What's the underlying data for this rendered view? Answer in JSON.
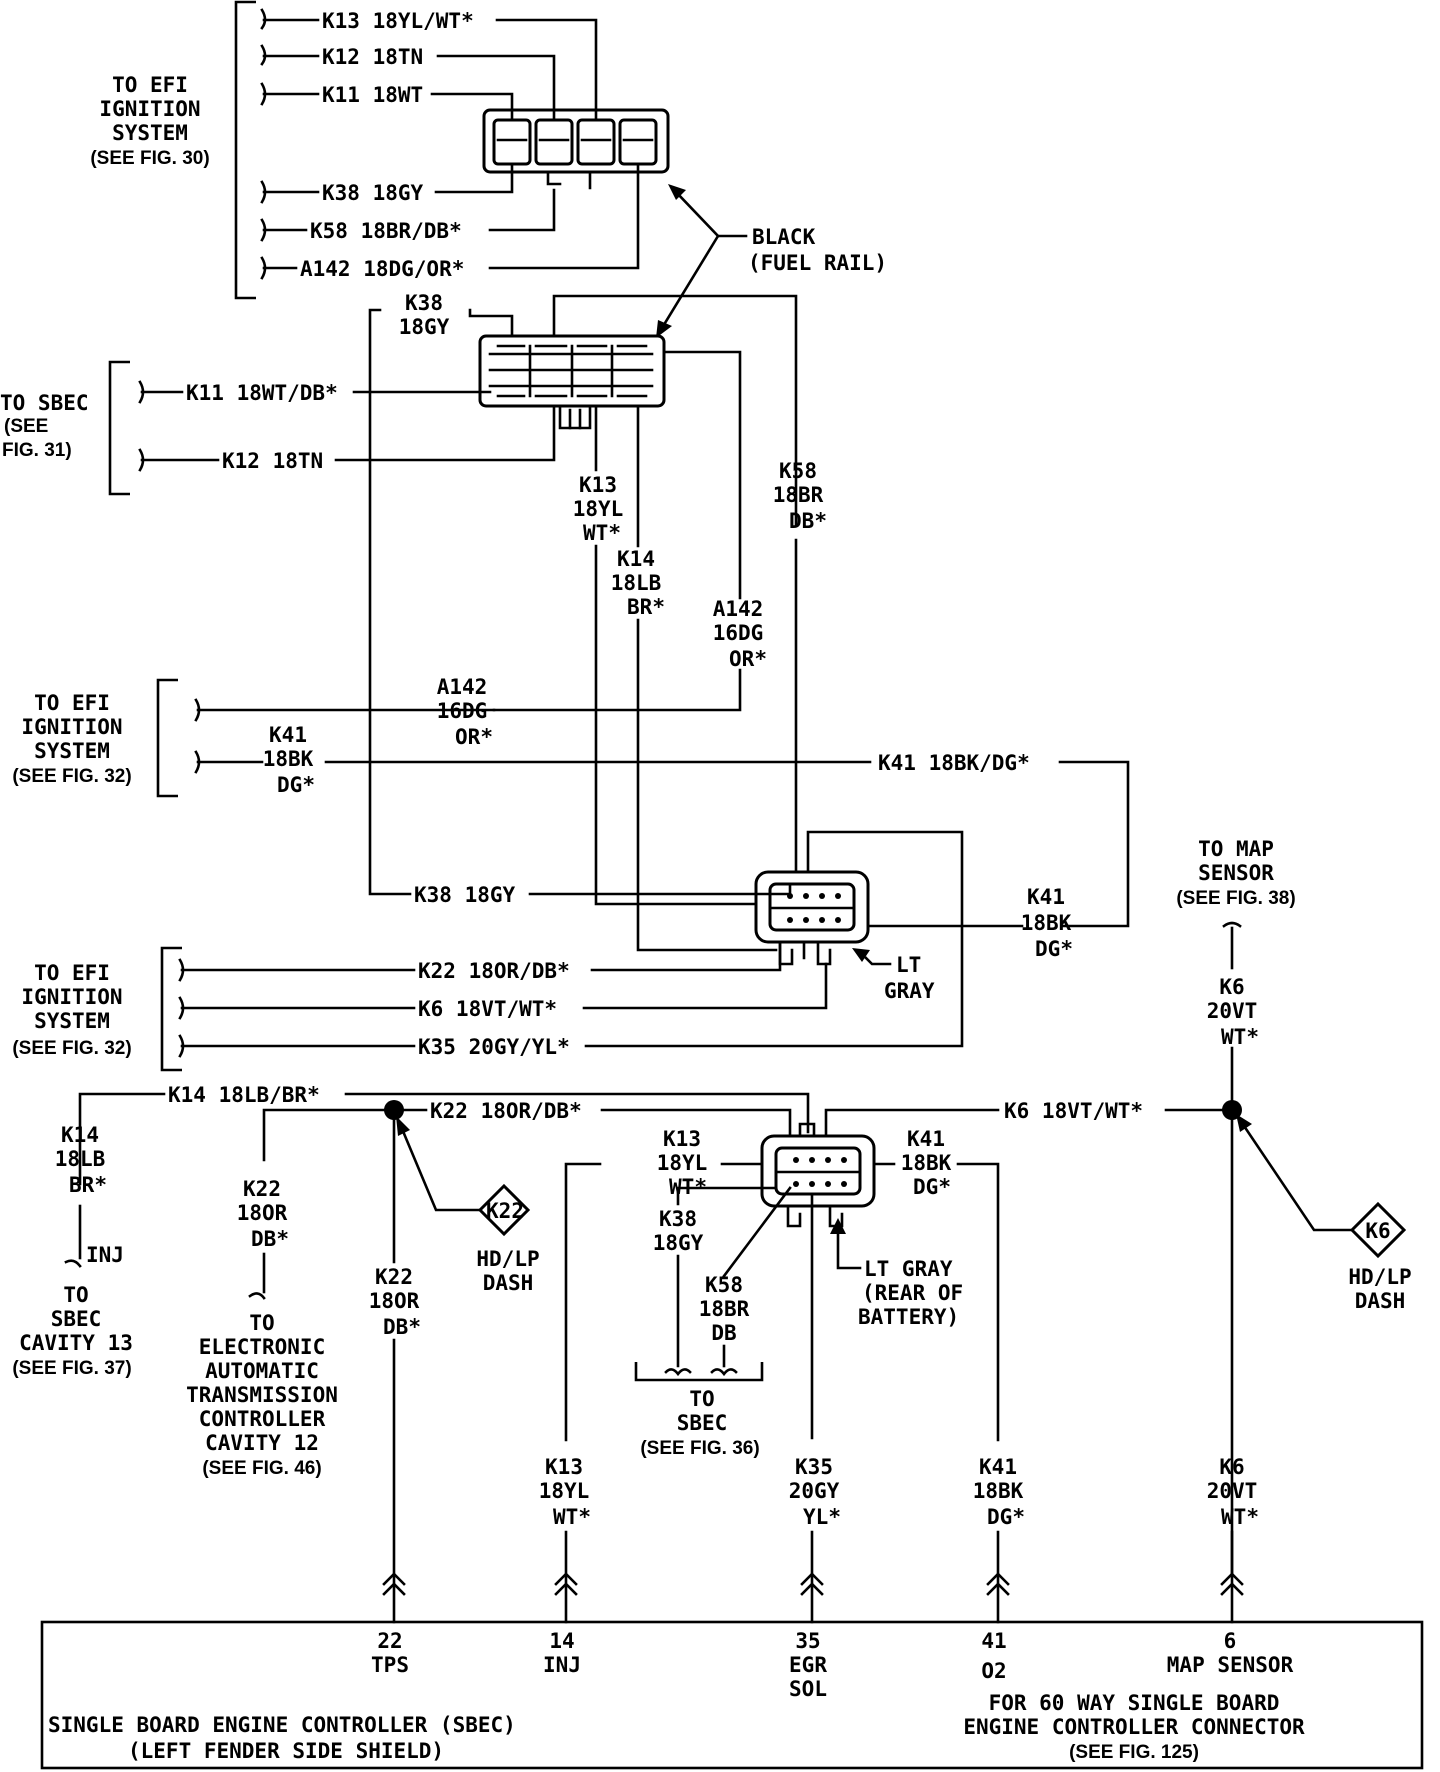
{
  "colors": {
    "ink": "#000000",
    "paper": "#ffffff"
  },
  "wires": {
    "top_k13": "K13 18YL/WT*",
    "top_k12": "K12 18TN",
    "top_k11": "K11 18WT",
    "top_k38": "K38 18GY",
    "top_k58": "K58 18BR/DB*",
    "top_a142": "A142 18DG/OR*",
    "fuel_k38": [
      "K38",
      "18GY"
    ],
    "sbec_k11": "K11 18WT/DB*",
    "sbec_k12": "K12 18TN",
    "mid_k13": [
      "K13",
      "18YL",
      "WT*"
    ],
    "mid_k14": [
      "K14",
      "18LB",
      "BR*"
    ],
    "mid_a142": [
      "A142",
      "16DG",
      "OR*"
    ],
    "mid_k58": [
      "K58",
      "18BR",
      "DB*"
    ],
    "efi32_a142": [
      "A142",
      "16DG",
      "OR*"
    ],
    "efi32_k41": [
      "K41",
      "18BK",
      "DG*"
    ],
    "efi32_k41_long": "K41 18BK/DG*",
    "ltg_k38": "K38 18GY",
    "ltg_k41": [
      "K41",
      "18BK",
      "DG*"
    ],
    "efi_k22": "K22 18OR/DB*",
    "efi_k6": "K6 18VT/WT*",
    "efi_k35": "K35 20GY/YL*",
    "bot_k14": "K14 18LB/BR*",
    "bot_k22": "K22 18OR/DB*",
    "bot_k6": "K6 18VT/WT*",
    "k14_left": [
      "K14",
      "18LB",
      "BR*"
    ],
    "inj": "INJ",
    "k22_left": [
      "K22",
      "18OR",
      "DB*"
    ],
    "k22_drop": [
      "K22",
      "18OR",
      "DB*"
    ],
    "bat_k13": [
      "K13",
      "18YL",
      "WT*"
    ],
    "bat_k41": [
      "K41",
      "18BK",
      "DG*"
    ],
    "bat_k38": [
      "K38",
      "18GY"
    ],
    "bat_k58": [
      "K58",
      "18BR",
      "DB"
    ],
    "map_k6": [
      "K6",
      "20VT",
      "WT*"
    ],
    "low_k13": [
      "K13",
      "18YL",
      "WT*"
    ],
    "low_k35": [
      "K35",
      "20GY",
      "YL*"
    ],
    "low_k41": [
      "K41",
      "18BK",
      "DG*"
    ],
    "low_k6": [
      "K6",
      "20VT",
      "WT*"
    ]
  },
  "refs": {
    "efi30": [
      "TO EFI",
      "IGNITION",
      "SYSTEM"
    ],
    "efi30_fig": "(SEE FIG. 30)",
    "sbec31": [
      "TO SBEC",
      "(SEE",
      "FIG. 31)"
    ],
    "efi32a": [
      "TO EFI",
      "IGNITION",
      "SYSTEM"
    ],
    "efi32a_fig": "(SEE FIG. 32)",
    "efi32b": [
      "TO EFI",
      "IGNITION",
      "SYSTEM"
    ],
    "efi32b_fig": "(SEE FIG. 32)",
    "map38": [
      "TO MAP",
      "SENSOR"
    ],
    "map38_fig": "(SEE FIG. 38)",
    "sbec37": [
      "TO",
      "SBEC",
      "CAVITY 13"
    ],
    "sbec37_fig": "(SEE FIG. 37)",
    "eatc46": [
      "TO",
      "ELECTRONIC",
      "AUTOMATIC",
      "TRANSMISSION",
      "CONTROLLER",
      "CAVITY 12"
    ],
    "eatc46_fig": "(SEE FIG. 46)",
    "sbec36": [
      "TO",
      "SBEC"
    ],
    "sbec36_fig": "(SEE FIG. 36)"
  },
  "connectors": {
    "black": [
      "BLACK",
      "(FUEL RAIL)"
    ],
    "ltgray": [
      "LT",
      "GRAY"
    ],
    "ltgray_bat": [
      "LT GRAY",
      "(REAR OF",
      "BATTERY)"
    ]
  },
  "splices": {
    "k22_id": "K22",
    "k22_loc": [
      "HD/LP",
      "DASH"
    ],
    "k6_id": "K6",
    "k6_loc": [
      "HD/LP",
      "DASH"
    ]
  },
  "sbec": {
    "pins": [
      {
        "num": "22",
        "func": "TPS"
      },
      {
        "num": "14",
        "func": "INJ"
      },
      {
        "num": "35",
        "func": "EGR",
        "func2": "SOL"
      },
      {
        "num": "41",
        "func": "O2"
      },
      {
        "num": "6",
        "func": "MAP SENSOR"
      }
    ],
    "name": "SINGLE BOARD ENGINE CONTROLLER (SBEC)",
    "location": "(LEFT FENDER SIDE SHIELD)",
    "note": [
      "FOR 60 WAY SINGLE BOARD",
      "ENGINE CONTROLLER CONNECTOR"
    ],
    "note_fig": "(SEE FIG. 125)"
  }
}
